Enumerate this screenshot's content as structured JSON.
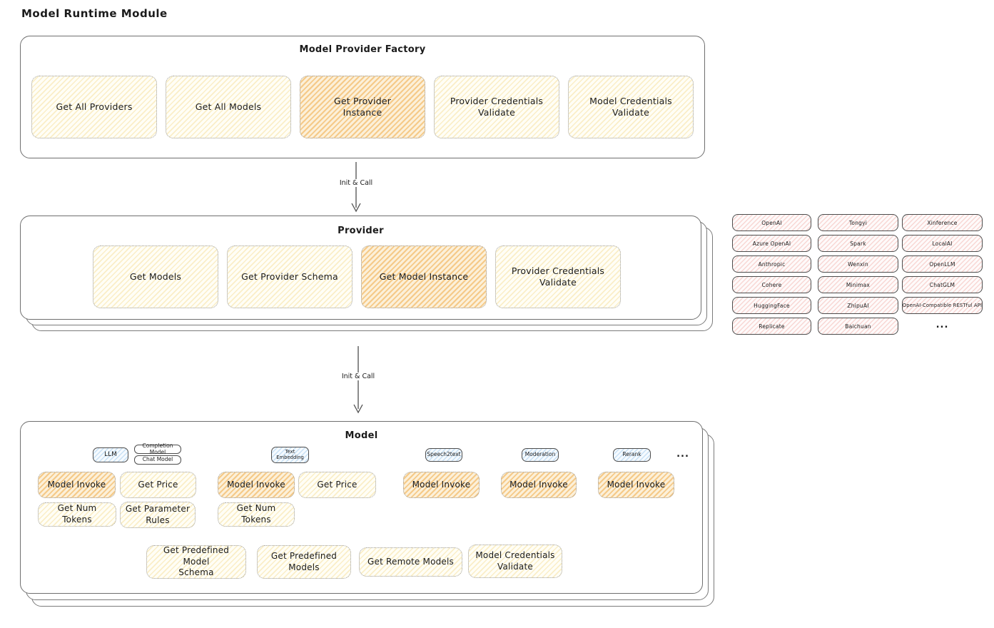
{
  "page": {
    "title": "Model Runtime Module"
  },
  "arrows": {
    "label1": "Init & Call",
    "label2": "Init & Call"
  },
  "factory": {
    "title": "Model Provider Factory",
    "nodes": [
      {
        "label": "Get All Providers",
        "highlight": false
      },
      {
        "label": "Get All Models",
        "highlight": false
      },
      {
        "label": "Get Provider\nInstance",
        "highlight": true
      },
      {
        "label": "Provider Credentials\nValidate",
        "highlight": false
      },
      {
        "label": "Model Credentials\nValidate",
        "highlight": false
      }
    ]
  },
  "provider": {
    "title": "Provider",
    "nodes": [
      {
        "label": "Get Models",
        "highlight": false
      },
      {
        "label": "Get Provider Schema",
        "highlight": false
      },
      {
        "label": "Get Model Instance",
        "highlight": true
      },
      {
        "label": "Provider Credentials\nValidate",
        "highlight": false
      }
    ]
  },
  "provider_list": {
    "items": [
      "OpenAI",
      "Azure OpenAI",
      "Anthropic",
      "Cohere",
      "HuggingFace",
      "Replicate",
      "Tongyi",
      "Spark",
      "Wenxin",
      "Minimax",
      "ZhipuAI",
      "Baichuan",
      "Xinference",
      "LocalAI",
      "OpenLLM",
      "ChatGLM",
      "OpenAI-Compatible RESTful API"
    ],
    "ellipsis": "..."
  },
  "model": {
    "title": "Model",
    "tabs": {
      "llm": "LLM",
      "completion": "Completion Model",
      "chat": "Chat Model",
      "text_embedding": "Text\nEmbedding",
      "speech2text": "Speech2text",
      "moderation": "Moderation",
      "rerank": "Rerank",
      "ellipsis": "..."
    },
    "nodes": {
      "llm_invoke": "Model Invoke",
      "llm_price": "Get Price",
      "llm_tokens": "Get Num Tokens",
      "llm_rules": "Get Parameter\nRules",
      "emb_invoke": "Model Invoke",
      "emb_price": "Get Price",
      "emb_tokens": "Get Num Tokens",
      "s2t_invoke": "Model Invoke",
      "mod_invoke": "Model Invoke",
      "rerank_invoke": "Model Invoke",
      "predef_schema": "Get Predefined Model\nSchema",
      "predef_models": "Get Predefined\nModels",
      "remote_models": "Get Remote Models",
      "cred_validate": "Model Credentials\nValidate"
    }
  },
  "colors": {
    "yellow_fill": "#fffef6",
    "yellow_hatch": "#f3d67d",
    "orange_hatch": "#f0ad4e",
    "pink_hatch": "#f2b4ae",
    "blue_hatch": "#a3cbec",
    "border_gray": "#6f6f6f",
    "text": "#1b1b1b"
  }
}
